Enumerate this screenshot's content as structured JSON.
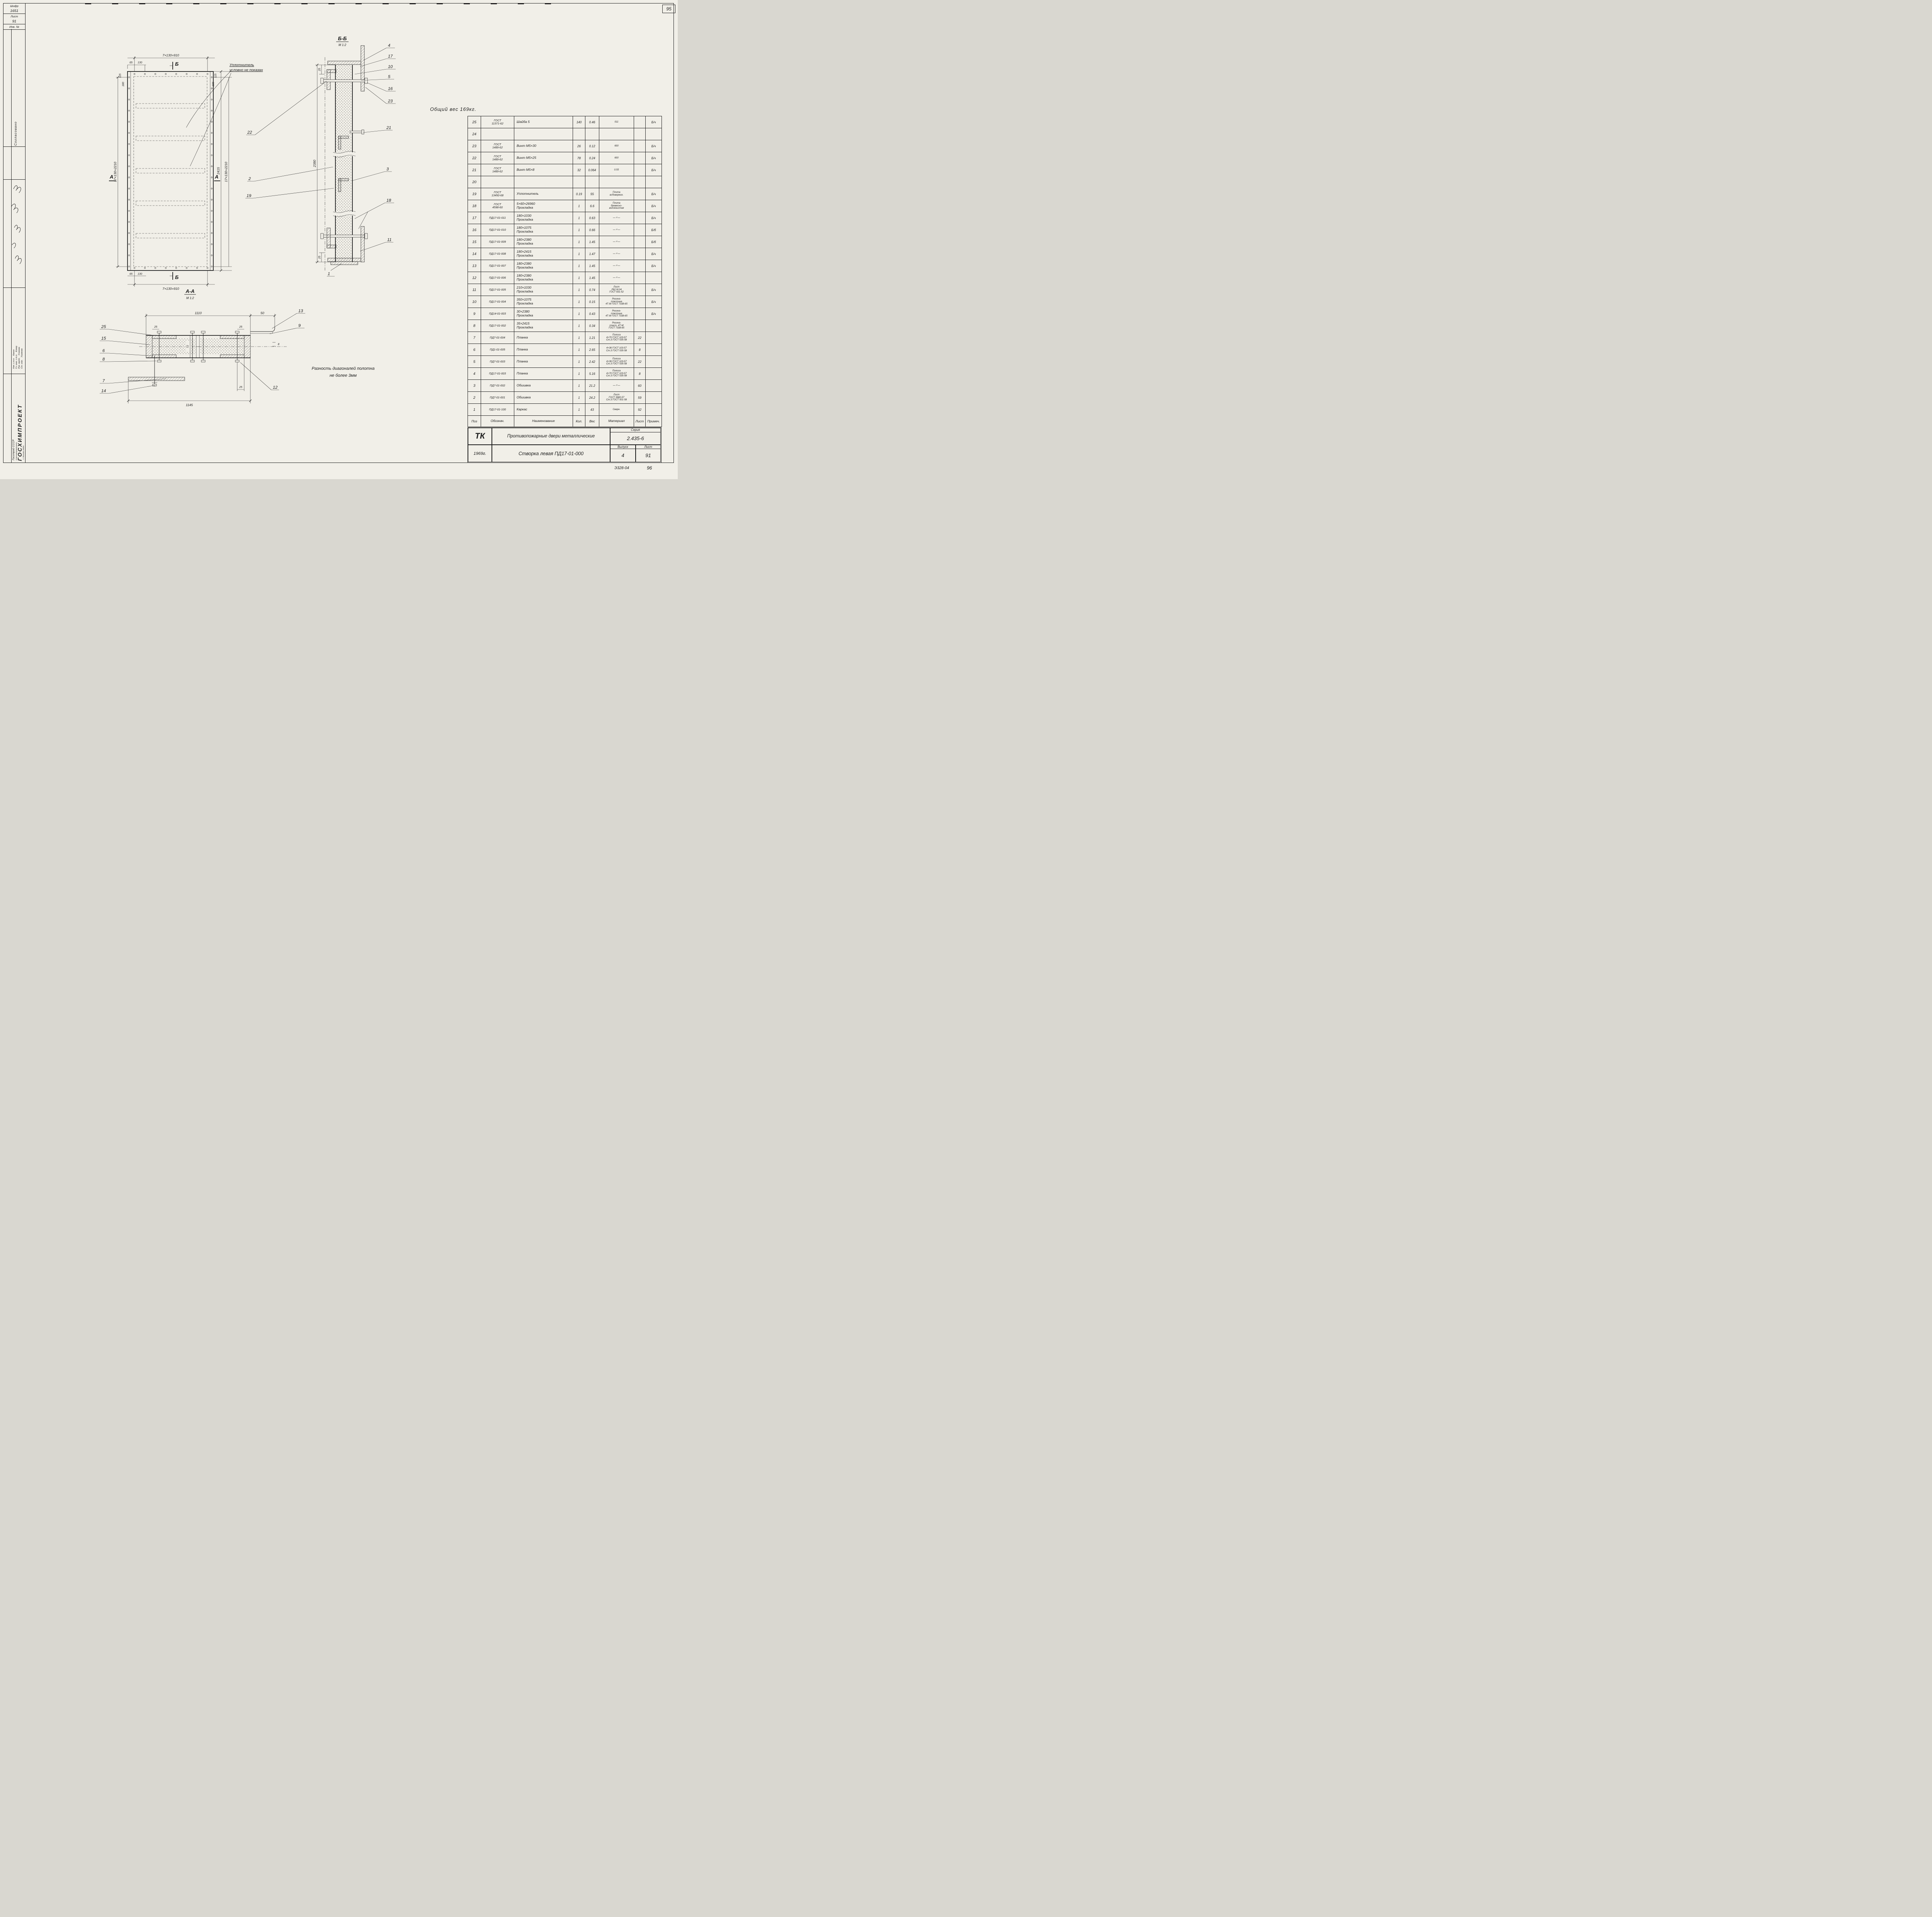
{
  "colors": {
    "paper": "#f1efe8",
    "ink": "#1d1d1d"
  },
  "page": {
    "sheet_no_top": "95",
    "sheet_no_bottom": "96",
    "doc_no": "Э328-04"
  },
  "stamp": {
    "shifr_label": "Шифр",
    "shifr_value": "1651",
    "list_label": "Лист",
    "list_value": "91",
    "inv_label": "Инв. №",
    "soglasovano": "Согласовано",
    "org_top": "Госстрой СССР",
    "org_mid": "Союзхимпромпроект",
    "org_name": "ГОСХИМПРОЕКТ",
    "org_city": "г. Москва 1969г.",
    "roles": [
      {
        "role": "Нач. с.т.п.",
        "name": "Канин"
      },
      {
        "role": "Гл. инж. с.т.п.",
        "name": "Клеер"
      },
      {
        "role": "Рук. групп.",
        "name": "Усанова"
      },
      {
        "role": "Ст. инж.",
        "name": "Ушакова"
      }
    ]
  },
  "notes": {
    "weight": "Общий  вес  169кг.",
    "seal": "Уплотнитель\nусловно не показан",
    "diag": "Разность диагоналей полотна\nне более 3мм"
  },
  "front_view": {
    "marker_b": "Б",
    "marker_a": "А",
    "dims": {
      "top": "7×130=910",
      "bottom": "7×130=910",
      "d65": "65",
      "d130": "130",
      "d115": "115",
      "d180": "180",
      "left_v": "17×130=2210",
      "right_v": "2415",
      "right_v2": "17×130=2210"
    }
  },
  "section_bb": {
    "title": "Б-Б",
    "scale": "М 1:2",
    "dims": {
      "total": "2380",
      "top25": "25",
      "bot25": "25"
    },
    "callouts": {
      "c4": "4",
      "c17": "17",
      "c10": "10",
      "c5": "5",
      "c16": "16",
      "c23": "23",
      "c21": "21",
      "c3": "3",
      "c18": "18",
      "c11": "11",
      "c1": "1",
      "c22": "22",
      "c2": "2",
      "c19": "19"
    }
  },
  "section_aa": {
    "title": "А-А",
    "scale": "М 1:2",
    "dims": {
      "d1110": "1110",
      "d50": "50",
      "d25l": "25",
      "d25r": "25",
      "d72": "72",
      "d8": "8",
      "d1145": "1145",
      "d25b": "25"
    },
    "callouts": {
      "c25": "25",
      "c15": "15",
      "c6": "6",
      "c8": "8",
      "c7": "7",
      "c14": "14",
      "c13": "13",
      "c9": "9",
      "c12": "12"
    }
  },
  "table": {
    "header": [
      "Поз",
      "Обознач.",
      "Наименование",
      "Кол.",
      "Вес",
      "Материал",
      "Лист",
      "Примеч."
    ],
    "rows": [
      {
        "pos": "25",
        "code": "ГОСТ\n11371-62",
        "name": "Шайба 5",
        "qty": "140",
        "wt": "0.46",
        "mat": "011",
        "sheet": "",
        "note": "Б/ч"
      },
      {
        "pos": "24",
        "code": "",
        "name": "",
        "qty": "",
        "wt": "",
        "mat": "",
        "sheet": "",
        "note": ""
      },
      {
        "pos": "23",
        "code": "ГОСТ\n1489-62",
        "name": "Винт  М5×30",
        "qty": "26",
        "wt": "0.12",
        "mat": "600",
        "sheet": "",
        "note": "Б/ч"
      },
      {
        "pos": "22",
        "code": "ГОСТ\n1489-62",
        "name": "Винт  М5×25",
        "qty": "78",
        "wt": "0.24",
        "mat": "600",
        "sheet": "",
        "note": "Б/ч"
      },
      {
        "pos": "21",
        "code": "ГОСТ\n1489-62",
        "name": "Винт  М5×8",
        "qty": "32",
        "wt": "0.064",
        "mat": "0.55",
        "sheet": "",
        "note": "Б/ч"
      },
      {
        "pos": "20",
        "code": "",
        "name": "",
        "qty": "",
        "wt": "",
        "mat": "",
        "sheet": "",
        "note": ""
      },
      {
        "pos": "19",
        "code": "ГОСТ\n13450-68",
        "name": "Уплотнитель",
        "qty": "0.19",
        "wt": "55",
        "mat": "Плита\nасбовермик.",
        "sheet": "",
        "note": "Б/ч"
      },
      {
        "pos": "18",
        "code": "ГОСТ\n4598-60",
        "name": "5×60×26960\nПрокладка",
        "qty": "1",
        "wt": "6.6",
        "mat": "Плита\nдревесно-\nволокнистая",
        "sheet": "",
        "note": "Б/ч"
      },
      {
        "pos": "17",
        "code": "ПД17-01-011",
        "name": "180×1030\nПрокладка",
        "qty": "1",
        "wt": "0.63",
        "mat": "—〃—",
        "sheet": "",
        "note": "Б/ч"
      },
      {
        "pos": "16",
        "code": "ПД17-01-010",
        "name": "180×1075\nПрокладка",
        "qty": "1",
        "wt": "0.66",
        "mat": "—〃—",
        "sheet": "",
        "note": "Б/б"
      },
      {
        "pos": "15",
        "code": "ПД17-01-009",
        "name": "180×2380\nПрокладка",
        "qty": "1",
        "wt": "1.45",
        "mat": "—〃—",
        "sheet": "",
        "note": "Б/б"
      },
      {
        "pos": "14",
        "code": "ПД17-01-008",
        "name": "180×2415\nПрокладка",
        "qty": "1",
        "wt": "1.47",
        "mat": "—〃—",
        "sheet": "",
        "note": "Б/ч"
      },
      {
        "pos": "13",
        "code": "ПД17-01-007",
        "name": "180×2380\nПрокладка",
        "qty": "1",
        "wt": "1.45",
        "mat": "—〃—",
        "sheet": "",
        "note": "Б/ч"
      },
      {
        "pos": "12",
        "code": "ПД17-01-006",
        "name": "180×2380\nПрокладка",
        "qty": "1",
        "wt": "1.45",
        "mat": "—〃—",
        "sheet": "",
        "note": ""
      },
      {
        "pos": "11",
        "code": "ПД17-01-005",
        "name": "210×1030\nПрокладка",
        "qty": "1",
        "wt": "0.74",
        "mat": "Лист\nЛ62 М.04\nГОСТ 931-52",
        "sheet": "",
        "note": "Б/ч"
      },
      {
        "pos": "10",
        "code": "ПД17-01-004",
        "name": "350×1075\nПрокладка",
        "qty": "1",
        "wt": "0.15",
        "mat": "Резина-\nпластина\n4Т-М ГОСТ 7338-65",
        "sheet": "",
        "note": "Б/ч"
      },
      {
        "pos": "9",
        "code": "ПД14-01-003",
        "name": "30×2380\nПрокладка",
        "qty": "1",
        "wt": "0.43",
        "mat": "Резина-\nпластина\n4Т-М ГОСТ 7338-65",
        "sheet": "",
        "note": "Б/ч"
      },
      {
        "pos": "8",
        "code": "ПД17-01-002",
        "name": "35×2415\nПрокладка",
        "qty": "1",
        "wt": "0.34",
        "mat": "Резина-\nпласт. 4Т-М\nГОСТ 7338-65",
        "sheet": "",
        "note": ""
      },
      {
        "pos": "7",
        "code": "ПД7-01-004",
        "name": "Планка",
        "qty": "1",
        "wt": "1.21",
        "mat": "Полоса\n4×70 ГОСТ 103-57\nСт.3 ГОСТ 535-58",
        "sheet": "22",
        "note": ""
      },
      {
        "pos": "6",
        "code": "ПД1-01-005",
        "name": "Планка",
        "qty": "1",
        "wt": "2.65",
        "mat": "4×36 ГОСТ 103-57\nСт.3 ГОСТ 535-58",
        "sheet": "8",
        "note": ""
      },
      {
        "pos": "5",
        "code": "ПД7-01-003",
        "name": "Планка",
        "qty": "1",
        "wt": "2.42",
        "mat": "Полоса\n4×36 ГОСТ 103-57\nСт.3 ГОСТ 535-58",
        "sheet": "22",
        "note": ""
      },
      {
        "pos": "4",
        "code": "ПД17-01-003",
        "name": "Планка",
        "qty": "1",
        "wt": "5.16",
        "mat": "Полоса\n4×70 ГОСТ 103-57\nСт.3 ГОСТ 535-58",
        "sheet": "8",
        "note": ""
      },
      {
        "pos": "3",
        "code": "ПД7-01-002",
        "name": "Обшивка",
        "qty": "1",
        "wt": "21.2",
        "mat": "—〃—",
        "sheet": "60",
        "note": ""
      },
      {
        "pos": "2",
        "code": "ПД7-01-001",
        "name": "Обшивка",
        "qty": "1",
        "wt": "24.2",
        "mat": "Лист\nГОСТ 3680-57\nСт.3 ГОСТ 501-58",
        "sheet": "59",
        "note": ""
      },
      {
        "pos": "1",
        "code": "ПД17-01-100",
        "name": "Каркас",
        "qty": "1",
        "wt": "43",
        "mat": "Сварн.",
        "sheet": "92",
        "note": ""
      }
    ]
  },
  "titleblock": {
    "tk": "ТК",
    "title": "Противопожарные двери металлические",
    "series_label": "Серия",
    "series_value": "2.435-6",
    "year": "1969г.",
    "subtitle": "Створка левая  ПД17-01-000",
    "vypusk_label": "Выпуск",
    "vypusk_value": "4",
    "list_label": "Лист",
    "list_value": "91"
  }
}
